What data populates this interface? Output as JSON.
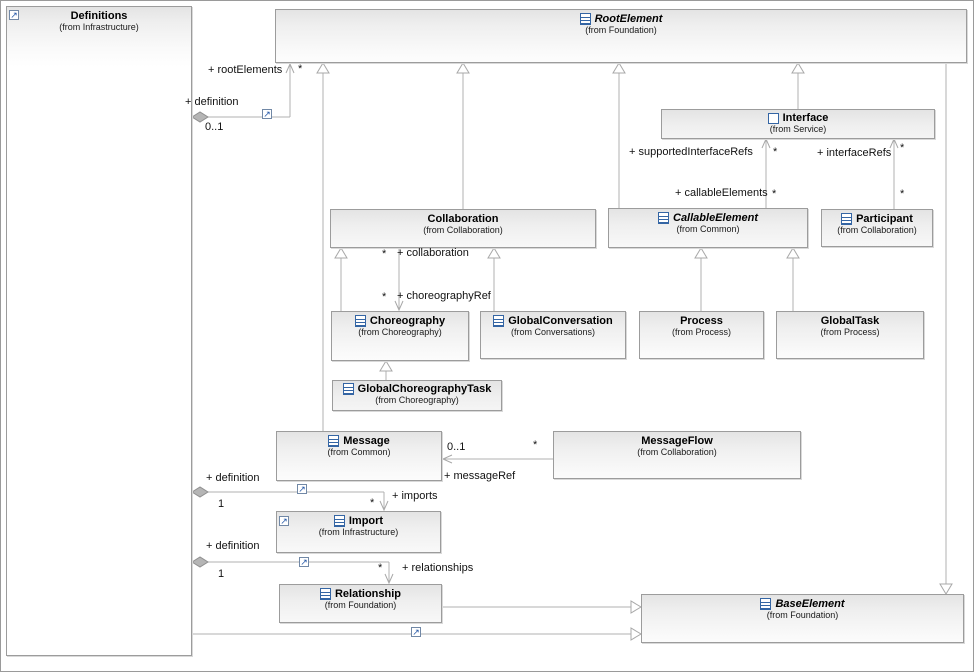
{
  "diagram": {
    "icons": {
      "navigate_glyph": "↗"
    },
    "classes": {
      "definitions": {
        "name": "Definitions",
        "from": "(from Infrastructure)"
      },
      "root_element": {
        "name": "RootElement",
        "from": "(from Foundation)"
      },
      "interface": {
        "name": "Interface",
        "from": "(from Service)"
      },
      "collaboration": {
        "name": "Collaboration",
        "from": "(from Collaboration)"
      },
      "callable_element": {
        "name": "CallableElement",
        "from": "(from Common)"
      },
      "participant": {
        "name": "Participant",
        "from": "(from Collaboration)"
      },
      "choreography": {
        "name": "Choreography",
        "from": "(from Choreography)"
      },
      "global_conversation": {
        "name": "GlobalConversation",
        "from": "(from Conversations)"
      },
      "process": {
        "name": "Process",
        "from": "(from Process)"
      },
      "global_task": {
        "name": "GlobalTask",
        "from": "(from Process)"
      },
      "global_choreography_task": {
        "name": "GlobalChoreographyTask",
        "from": "(from Choreography)"
      },
      "message": {
        "name": "Message",
        "from": "(from Common)"
      },
      "message_flow": {
        "name": "MessageFlow",
        "from": "(from Collaboration)"
      },
      "import": {
        "name": "Import",
        "from": "(from Infrastructure)"
      },
      "relationship": {
        "name": "Relationship",
        "from": "(from Foundation)"
      },
      "base_element": {
        "name": "BaseElement",
        "from": "(from Foundation)"
      }
    },
    "labels": {
      "root_elements_role": "+ rootElements",
      "definition_role": "+ definition",
      "supported_interface_refs_role": "+ supportedInterfaceRefs",
      "interface_refs_role": "+ interfaceRefs",
      "callable_elements_role": "+ callableElements",
      "collaboration_role": "+ collaboration",
      "choreography_ref_role": "+ choreographyRef",
      "message_ref_role": "+ messageRef",
      "imports_role": "+ imports",
      "relationships_role": "+ relationships",
      "mult_many": "*",
      "mult_0_1": "0..1",
      "mult_1": "1"
    }
  }
}
